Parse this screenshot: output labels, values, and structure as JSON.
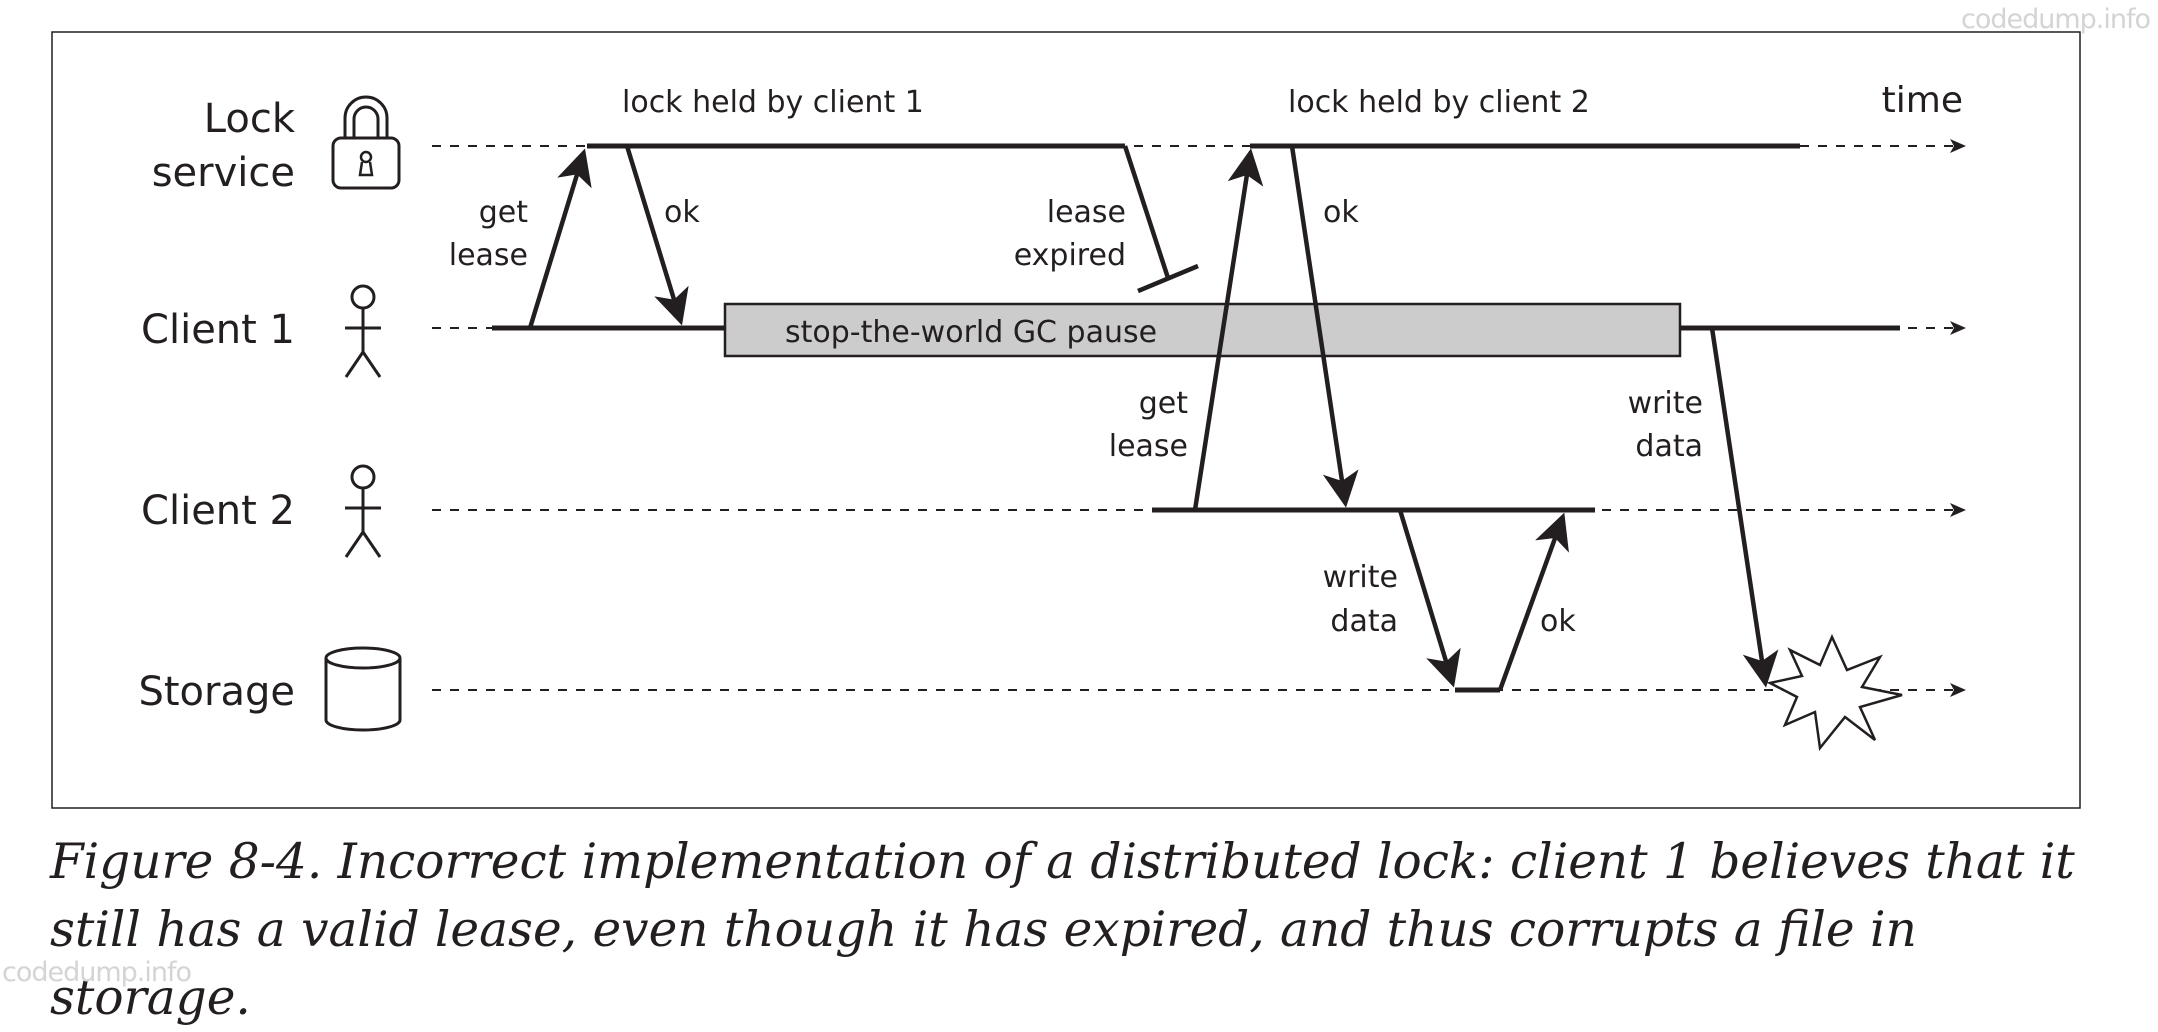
{
  "diagram": {
    "actors": {
      "lock_service_line1": "Lock",
      "lock_service_line2": "service",
      "client1": "Client 1",
      "client2": "Client 2",
      "storage": "Storage"
    },
    "time_label": "time",
    "annotations": {
      "lock_held_client1": "lock held by client 1",
      "lock_held_client2": "lock held by client 2",
      "get_lease_1_line1": "get",
      "get_lease_1_line2": "lease",
      "ok_1": "ok",
      "lease_expired_line1": "lease",
      "lease_expired_line2": "expired",
      "gc_pause": "stop-the-world GC pause",
      "get_lease_2_line1": "get",
      "get_lease_2_line2": "lease",
      "ok_2": "ok",
      "write_data_1_line1": "write",
      "write_data_1_line2": "data",
      "write_data_2_line1": "write",
      "write_data_2_line2": "data",
      "ok_3": "ok"
    },
    "icons": [
      "padlock-icon",
      "person-icon",
      "person-icon",
      "cylinder-storage-icon",
      "collision-burst-icon"
    ]
  },
  "caption": {
    "text": "Figure 8-4. Incorrect implementation of a distributed lock: client 1 believes that it still has a valid lease, even though it has expired, and thus corrupts a file in storage."
  },
  "watermark": {
    "top": "codedump.info",
    "bottom": "codedump.info"
  }
}
